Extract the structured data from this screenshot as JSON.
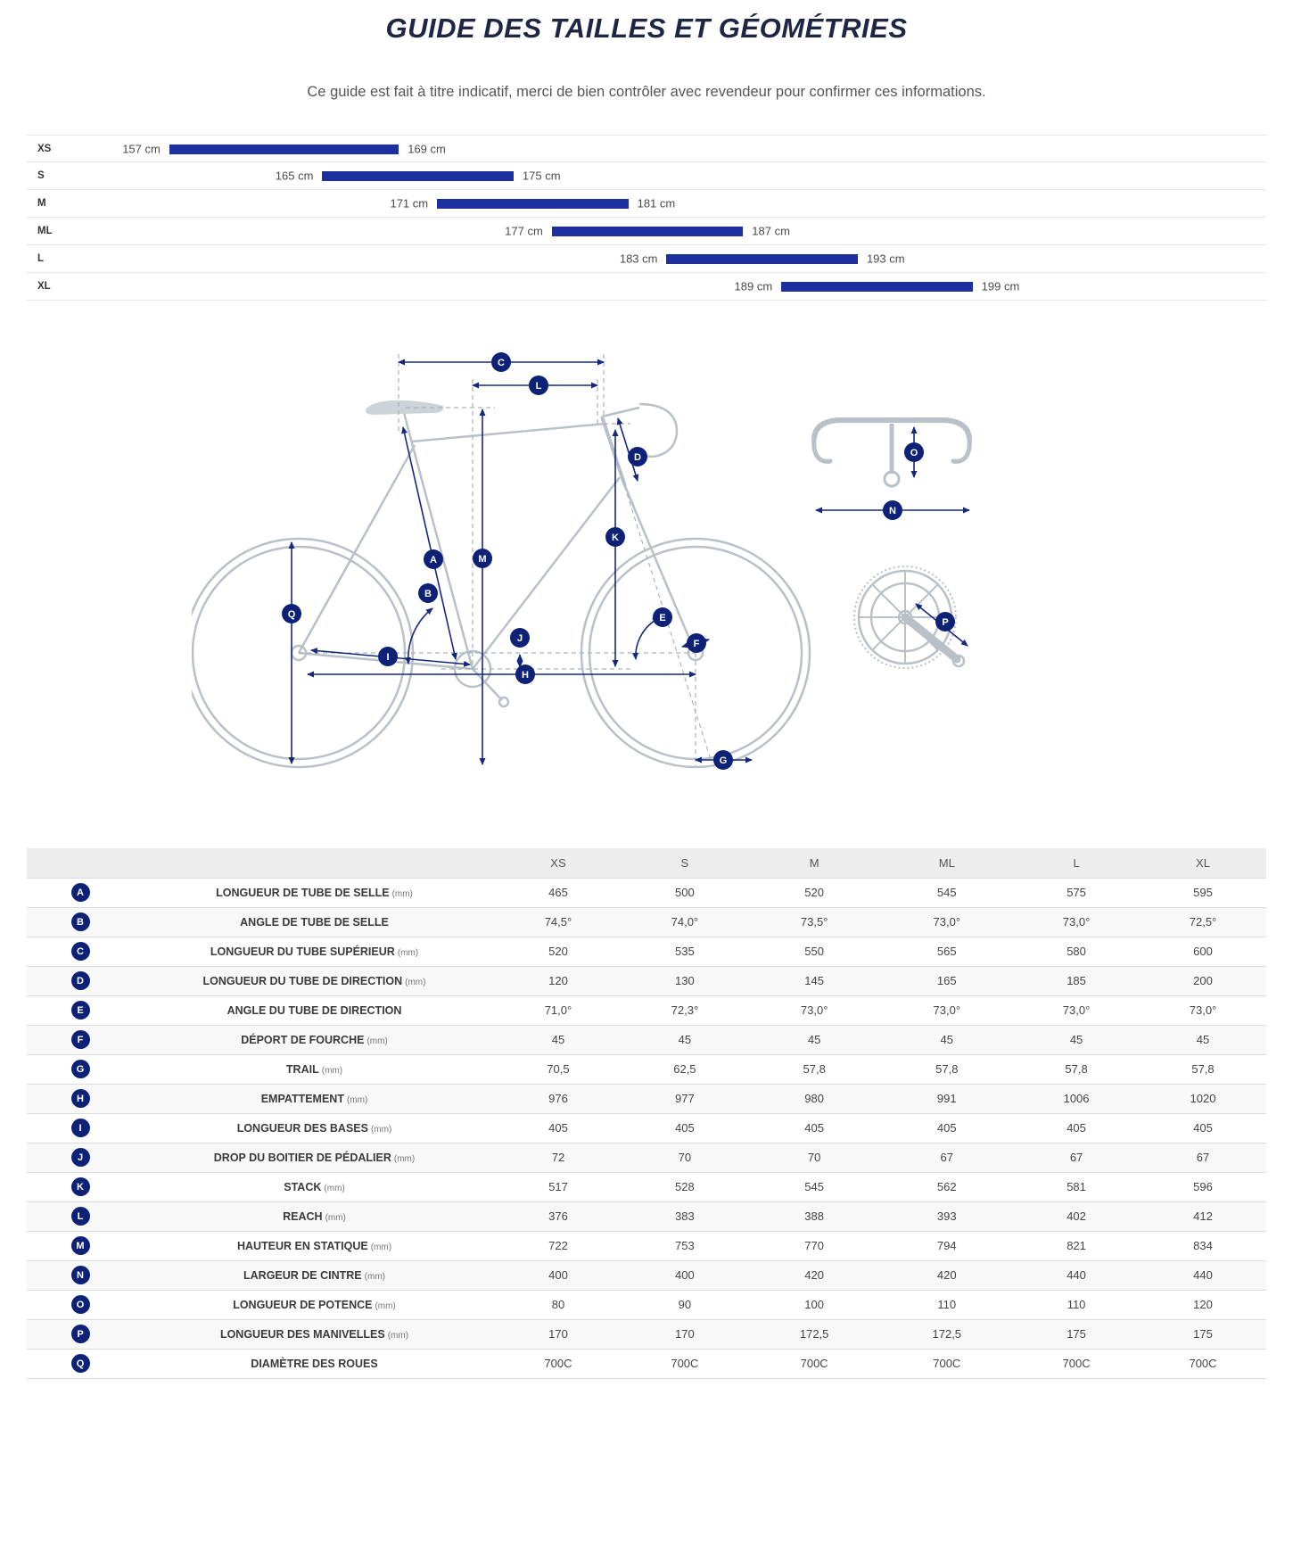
{
  "page": {
    "title": "GUIDE DES TAILLES ET GÉOMÉTRIES",
    "subtitle": "Ce guide est fait à titre indicatif, merci de bien contrôler avec revendeur pour confirmer ces informations."
  },
  "colors": {
    "bar": "#1b309e",
    "badge": "#0d2277",
    "arrow": "#14297e",
    "frame": "#b9c0c8"
  },
  "chart_data": {
    "type": "bar",
    "title": "Plages de tailles de cycliste par taille de cadre",
    "orientation": "horizontal-range",
    "unit": "cm",
    "categories": [
      "XS",
      "S",
      "M",
      "ML",
      "L",
      "XL"
    ],
    "ranges": [
      [
        157,
        169
      ],
      [
        165,
        175
      ],
      [
        171,
        181
      ],
      [
        177,
        187
      ],
      [
        183,
        193
      ],
      [
        189,
        199
      ]
    ],
    "labels": [
      [
        "157 cm",
        "169 cm"
      ],
      [
        "165 cm",
        "175 cm"
      ],
      [
        "171 cm",
        "181 cm"
      ],
      [
        "177 cm",
        "187 cm"
      ],
      [
        "183 cm",
        "193 cm"
      ],
      [
        "189 cm",
        "199 cm"
      ]
    ],
    "xlim": [
      150,
      206
    ],
    "grid": false,
    "legend": "none"
  },
  "diagram": {
    "markers": [
      "A",
      "B",
      "C",
      "D",
      "E",
      "F",
      "G",
      "H",
      "I",
      "J",
      "K",
      "L",
      "M",
      "N",
      "O",
      "P",
      "Q"
    ]
  },
  "table": {
    "header": [
      "XS",
      "S",
      "M",
      "ML",
      "L",
      "XL"
    ],
    "rows": [
      {
        "letter": "A",
        "label": "LONGUEUR DE TUBE DE SELLE",
        "unit": "(mm)",
        "values": [
          "465",
          "500",
          "520",
          "545",
          "575",
          "595"
        ]
      },
      {
        "letter": "B",
        "label": "ANGLE DE TUBE DE SELLE",
        "unit": "",
        "values": [
          "74,5°",
          "74,0°",
          "73,5°",
          "73,0°",
          "73,0°",
          "72,5°"
        ]
      },
      {
        "letter": "C",
        "label": "LONGUEUR DU TUBE SUPÉRIEUR",
        "unit": "(mm)",
        "values": [
          "520",
          "535",
          "550",
          "565",
          "580",
          "600"
        ]
      },
      {
        "letter": "D",
        "label": "LONGUEUR DU TUBE DE DIRECTION",
        "unit": "(mm)",
        "values": [
          "120",
          "130",
          "145",
          "165",
          "185",
          "200"
        ]
      },
      {
        "letter": "E",
        "label": "ANGLE DU TUBE DE DIRECTION",
        "unit": "",
        "values": [
          "71,0°",
          "72,3°",
          "73,0°",
          "73,0°",
          "73,0°",
          "73,0°"
        ]
      },
      {
        "letter": "F",
        "label": "DÉPORT DE FOURCHE",
        "unit": "(mm)",
        "values": [
          "45",
          "45",
          "45",
          "45",
          "45",
          "45"
        ]
      },
      {
        "letter": "G",
        "label": "TRAIL",
        "unit": "(mm)",
        "values": [
          "70,5",
          "62,5",
          "57,8",
          "57,8",
          "57,8",
          "57,8"
        ]
      },
      {
        "letter": "H",
        "label": "EMPATTEMENT",
        "unit": "(mm)",
        "values": [
          "976",
          "977",
          "980",
          "991",
          "1006",
          "1020"
        ]
      },
      {
        "letter": "I",
        "label": "LONGUEUR DES BASES",
        "unit": "(mm)",
        "values": [
          "405",
          "405",
          "405",
          "405",
          "405",
          "405"
        ]
      },
      {
        "letter": "J",
        "label": "DROP DU BOITIER DE PÉDALIER",
        "unit": "(mm)",
        "values": [
          "72",
          "70",
          "70",
          "67",
          "67",
          "67"
        ]
      },
      {
        "letter": "K",
        "label": "STACK",
        "unit": "(mm)",
        "values": [
          "517",
          "528",
          "545",
          "562",
          "581",
          "596"
        ]
      },
      {
        "letter": "L",
        "label": "REACH",
        "unit": "(mm)",
        "values": [
          "376",
          "383",
          "388",
          "393",
          "402",
          "412"
        ]
      },
      {
        "letter": "M",
        "label": "HAUTEUR EN STATIQUE",
        "unit": "(mm)",
        "values": [
          "722",
          "753",
          "770",
          "794",
          "821",
          "834"
        ]
      },
      {
        "letter": "N",
        "label": "LARGEUR DE CINTRE",
        "unit": "(mm)",
        "values": [
          "400",
          "400",
          "420",
          "420",
          "440",
          "440"
        ]
      },
      {
        "letter": "O",
        "label": "LONGUEUR DE POTENCE",
        "unit": "(mm)",
        "values": [
          "80",
          "90",
          "100",
          "110",
          "110",
          "120"
        ]
      },
      {
        "letter": "P",
        "label": "LONGUEUR DES MANIVELLES",
        "unit": "(mm)",
        "values": [
          "170",
          "170",
          "172,5",
          "172,5",
          "175",
          "175"
        ]
      },
      {
        "letter": "Q",
        "label": "DIAMÈTRE DES ROUES",
        "unit": "",
        "values": [
          "700C",
          "700C",
          "700C",
          "700C",
          "700C",
          "700C"
        ]
      }
    ]
  }
}
